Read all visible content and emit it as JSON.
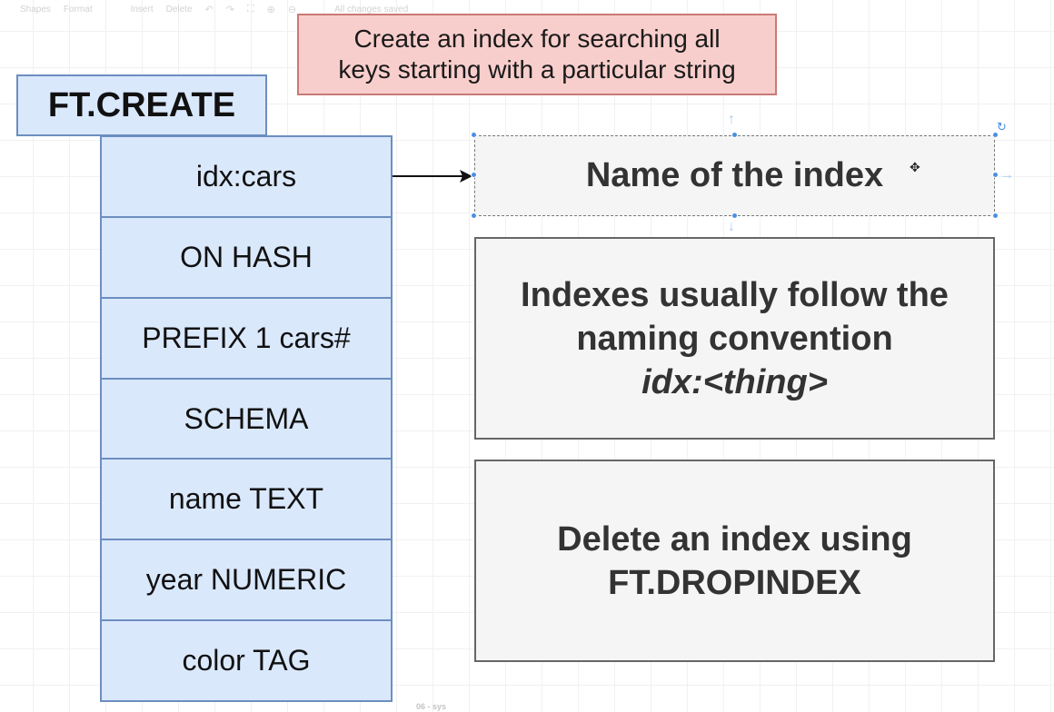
{
  "toolbar": {
    "items": [
      "Shapes",
      "Format",
      "Insert",
      "Delete"
    ],
    "status": "All changes saved"
  },
  "callout": {
    "line1": "Create an index for searching all",
    "line2": "keys starting with a particular string"
  },
  "command": {
    "name": "FT.CREATE",
    "parts": [
      "idx:cars",
      "ON HASH",
      "PREFIX 1 cars#",
      "SCHEMA",
      "name TEXT",
      "year NUMERIC",
      "color TAG"
    ]
  },
  "notes": {
    "index_name": "Name of the index",
    "naming_line1": "Indexes usually follow the",
    "naming_line2": "naming convention",
    "naming_code": "idx:<thing>",
    "delete_line1": "Delete an index using",
    "delete_line2": "FT.DROPINDEX"
  },
  "page_tabs": {
    "active": "06 - sys"
  },
  "colors": {
    "callout_fill": "#f8cecc",
    "callout_border": "#c97a76",
    "command_fill": "#dae8fc",
    "command_border": "#6c8ebf",
    "note_fill": "#f5f5f5",
    "note_border": "#666666",
    "selection": "#4a90e2"
  },
  "icons": [
    "undo-icon",
    "redo-icon",
    "fullscreen-icon",
    "zoom-in-icon",
    "zoom-out-icon",
    "rotate-icon",
    "move-cursor-icon"
  ]
}
